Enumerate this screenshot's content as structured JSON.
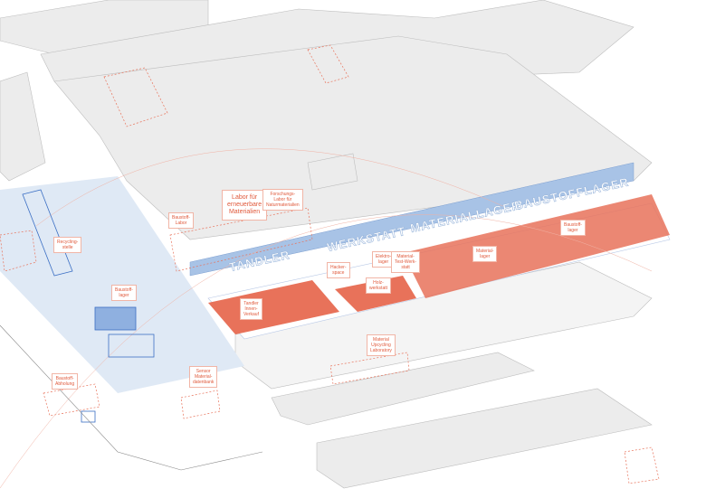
{
  "colors": {
    "accent": "#e8725a",
    "plaza": "#dfe9f5",
    "blue": "#a8c3e6",
    "building": "#e9e9e9",
    "line": "#3b6fc4"
  },
  "signs": {
    "tandler": "TANDLER",
    "werkstatt": "WERKSTATT",
    "materiallager": "MATERIALLAGER",
    "baustofflager": "BAUSTOFFLAGER"
  },
  "labels": {
    "labor_erneuerbar": "Labor für\nerneuerbare\nMaterialien",
    "forschungslabor": "Forschungs-\nLabor für\nNaturmaterialien",
    "baustoff_labor": "Baustoff-\nLabor",
    "recyclingstelle": "Recycling-\nstelle",
    "baustofflager_plaza": "Baustoff-\nlager",
    "sensor": "Sensor\nMaterial-\ndatenbank",
    "abholung": "Baustoff-\nAbholung",
    "tandler_verkauf": "Tandler\nInnen-\nVerkauf",
    "hackerspace": "Hacker-\nspace",
    "elektrolager": "Elektro-\nlager",
    "holzwerkstatt": "Holz-\nwerkstatt",
    "testwerkstatt": "Material-\nTest-Werk-\nstatt",
    "materiallager": "Material-\nlager",
    "baustofflager_hall": "Baustoff-\nlager",
    "upcycling": "Material\nUpcycling\nLaboratory"
  }
}
